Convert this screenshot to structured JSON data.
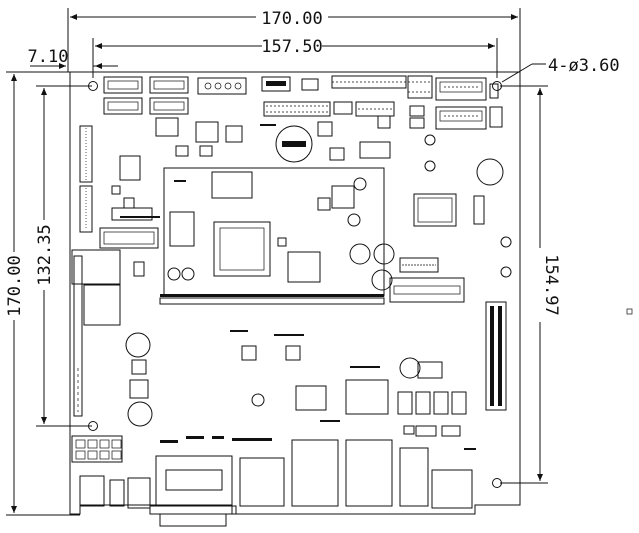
{
  "dimensions": {
    "overall_width": "170.00",
    "hole_span_width": "157.50",
    "hole_offset": "7.10",
    "overall_height": "170.00",
    "hole_span_left": "132.35",
    "hole_span_right": "154.97",
    "mounting_holes": "4-ø3.60"
  }
}
